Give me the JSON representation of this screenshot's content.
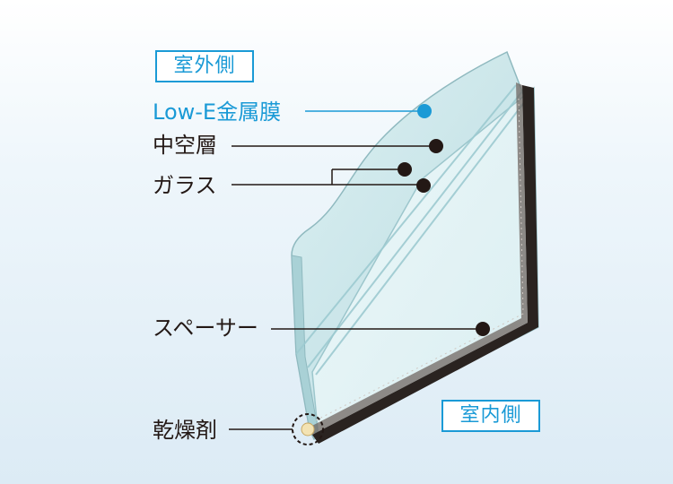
{
  "tags": {
    "outdoor": "室外側",
    "indoor": "室内側"
  },
  "labels": {
    "low_e": "Low-E金属膜",
    "hollow": "中空層",
    "glass": "ガラス",
    "spacer": "スペーサー",
    "desiccant": "乾燥剤"
  },
  "colors": {
    "accent": "#1a9ad6",
    "text": "#231815",
    "glass_tint": "#bfe0e6",
    "spacer": "#2a2320",
    "background_top": "#ffffff",
    "background_bottom": "#dcebf5"
  }
}
